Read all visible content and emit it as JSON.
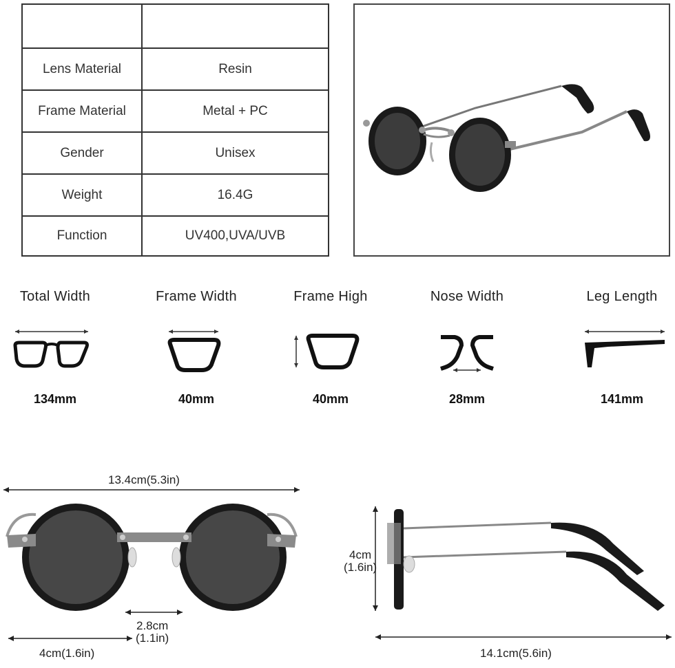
{
  "spec_table": {
    "rows": [
      {
        "label": "",
        "value": ""
      },
      {
        "label": "Lens Material",
        "value": "Resin"
      },
      {
        "label": "Frame Material",
        "value": "Metal + PC"
      },
      {
        "label": "Gender",
        "value": "Unisex"
      },
      {
        "label": "Weight",
        "value": "16.4G"
      },
      {
        "label": "Function",
        "value": "UV400,UVA/UVB"
      }
    ]
  },
  "measurements": [
    {
      "title": "Total Width",
      "value": "134mm",
      "icon": "total-width-icon"
    },
    {
      "title": "Frame Width",
      "value": "40mm",
      "icon": "frame-width-icon"
    },
    {
      "title": "Frame High",
      "value": "40mm",
      "icon": "frame-high-icon"
    },
    {
      "title": "Nose Width",
      "value": "28mm",
      "icon": "nose-width-icon"
    },
    {
      "title": "Leg Length",
      "value": "141mm",
      "icon": "leg-length-icon"
    }
  ],
  "dimensions": {
    "total_width": "13.4cm(5.3in)",
    "lens_width": "4cm(1.6in)",
    "nose_width_line1": "2.8cm",
    "nose_width_line2": "(1.1in)",
    "height_line1": "4cm",
    "height_line2": "(1.6in)",
    "temple_length": "14.1cm(5.6in)"
  },
  "colors": {
    "line": "#333333",
    "frame": "#1a1a1a",
    "lens": "#4a4a4a",
    "metal": "#8a8a8a"
  }
}
